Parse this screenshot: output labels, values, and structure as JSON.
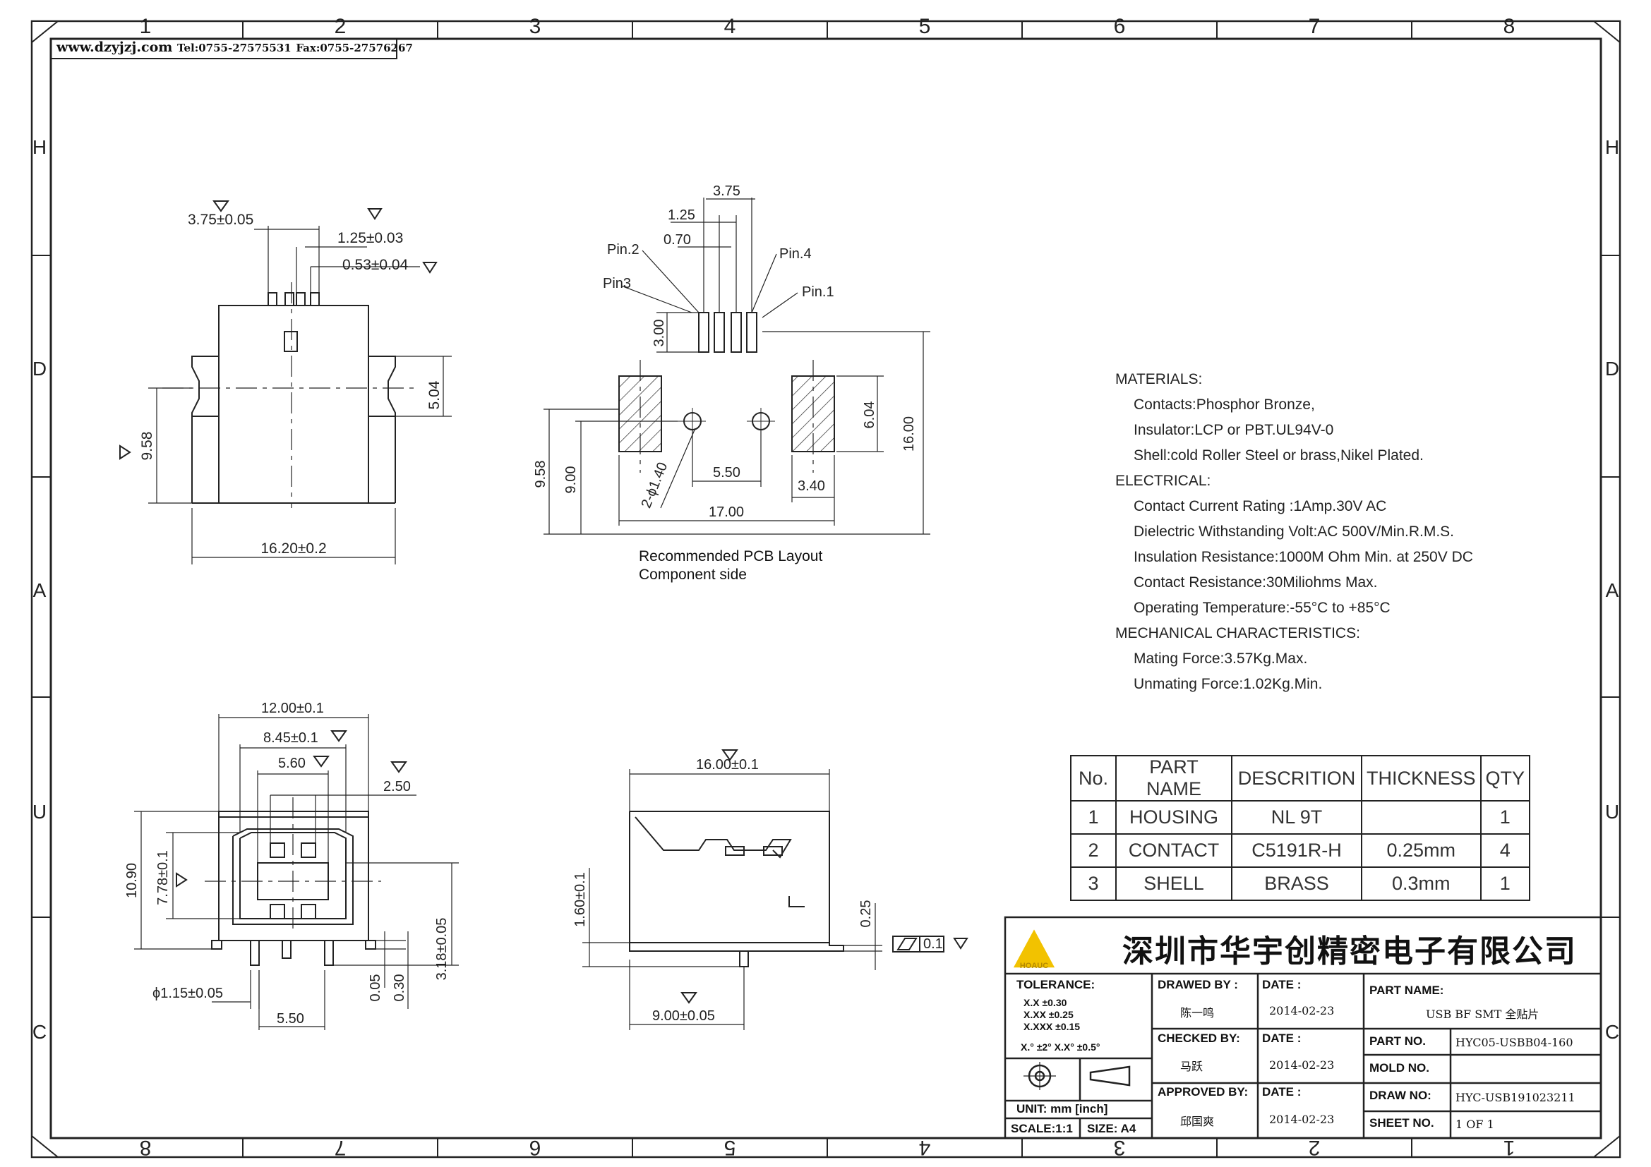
{
  "web_bar": {
    "site": "www.dzyjzj.com",
    "tel": "Tel:0755-27575531",
    "fax": "Fax:0755-27576267"
  },
  "border": {
    "top_numbers": [
      "1",
      "2",
      "3",
      "4",
      "5",
      "6",
      "7",
      "8"
    ],
    "bottom_numbers": [
      "8",
      "7",
      "6",
      "5",
      "4",
      "3",
      "2",
      "1"
    ],
    "side_letters": [
      "H",
      "D",
      "A",
      "U",
      "C"
    ]
  },
  "views": {
    "side_view": {
      "dims": [
        "3.75±0.05",
        "1.25±0.03",
        "0.53±0.04",
        "5.04",
        "9.58",
        "16.20±0.2"
      ]
    },
    "pcb_layout": {
      "dims": [
        "3.75",
        "1.25",
        "0.70",
        "3.00",
        "6.04",
        "16.00",
        "9.58",
        "9.00",
        "5.50",
        "3.40",
        "17.00",
        "2-ϕ1.40"
      ],
      "pins": [
        "Pin.2",
        "Pin.4",
        "Pin3",
        "Pin.1"
      ],
      "caption_line1": "Recommended PCB Layout",
      "caption_line2": "Component side"
    },
    "front_view": {
      "dims": [
        "12.00±0.1",
        "8.45±0.1",
        "5.60",
        "2.50",
        "10.90",
        "7.78±0.1",
        "3.18±0.05",
        "0.05",
        "0.30",
        "ϕ1.15±0.05",
        "5.50"
      ]
    },
    "profile_view": {
      "dims": [
        "16.00±0.1",
        "1.60±0.1",
        "0.25",
        "0.1",
        "9.00±0.05"
      ]
    }
  },
  "specs": {
    "materials": {
      "heading": "MATERIALS:",
      "items": [
        "Contacts:Phosphor Bronze,",
        "Insulator:LCP or PBT.UL94V-0",
        "Shell:cold Roller Steel or brass,Nikel Plated."
      ]
    },
    "electrical": {
      "heading": "ELECTRICAL:",
      "items": [
        "Contact Current Rating :1Amp.30V AC",
        "Dielectric Withstanding Volt:AC 500V/Min.R.M.S.",
        "Insulation Resistance:1000M Ohm Min. at 250V DC",
        "Contact Resistance:30Miliohms Max.",
        "Operating Temperature:-55°C to +85°C"
      ]
    },
    "mechanical": {
      "heading": "MECHANICAL CHARACTERISTICS:",
      "items": [
        "Mating Force:3.57Kg.Max.",
        "Unmating Force:1.02Kg.Min."
      ]
    }
  },
  "bom": {
    "headers": [
      "No.",
      "PART NAME",
      "DESCRITION",
      "THICKNESS",
      "QTY"
    ],
    "rows": [
      [
        "1",
        "HOUSING",
        "NL 9T",
        "",
        "1"
      ],
      [
        "2",
        "CONTACT",
        "C5191R-H",
        "0.25mm",
        "4"
      ],
      [
        "3",
        "SHELL",
        "BRASS",
        "0.3mm",
        "1"
      ]
    ]
  },
  "title_block": {
    "company": "深圳市华宇创精密电子有限公司",
    "logo_text": "HOAUC",
    "tolerance": {
      "label": "TOLERANCE:",
      "lines": [
        "X.X   ±0.30",
        "X.XX  ±0.25",
        "X.XXX ±0.15"
      ],
      "angle": "X.° ±2°   X.X° ±0.5°"
    },
    "unit": "UNIT: mm [inch]",
    "scale": "SCALE:1:1",
    "size": "SIZE: A4",
    "drawn_by": {
      "label": "DRAWED BY :",
      "name": "陈一鸣",
      "date_label": "DATE :",
      "date": "2014-02-23"
    },
    "checked_by": {
      "label": "CHECKED BY:",
      "name": "马跃",
      "date_label": "DATE :",
      "date": "2014-02-23"
    },
    "approved_by": {
      "label": "APPROVED BY:",
      "name": "邱国爽",
      "date_label": "DATE :",
      "date": "2014-02-23"
    },
    "part_name": {
      "label": "PART NAME:",
      "value": "USB BF SMT 全贴片"
    },
    "part_no": {
      "label": "PART NO.",
      "value": "HYC05-USBB04-160"
    },
    "mold_no": {
      "label": "MOLD NO.",
      "value": ""
    },
    "draw_no": {
      "label": "DRAW NO:",
      "value": "HYC-USB191023211"
    },
    "sheet_no": {
      "label": "SHEET NO.",
      "value": "1 OF 1"
    }
  }
}
